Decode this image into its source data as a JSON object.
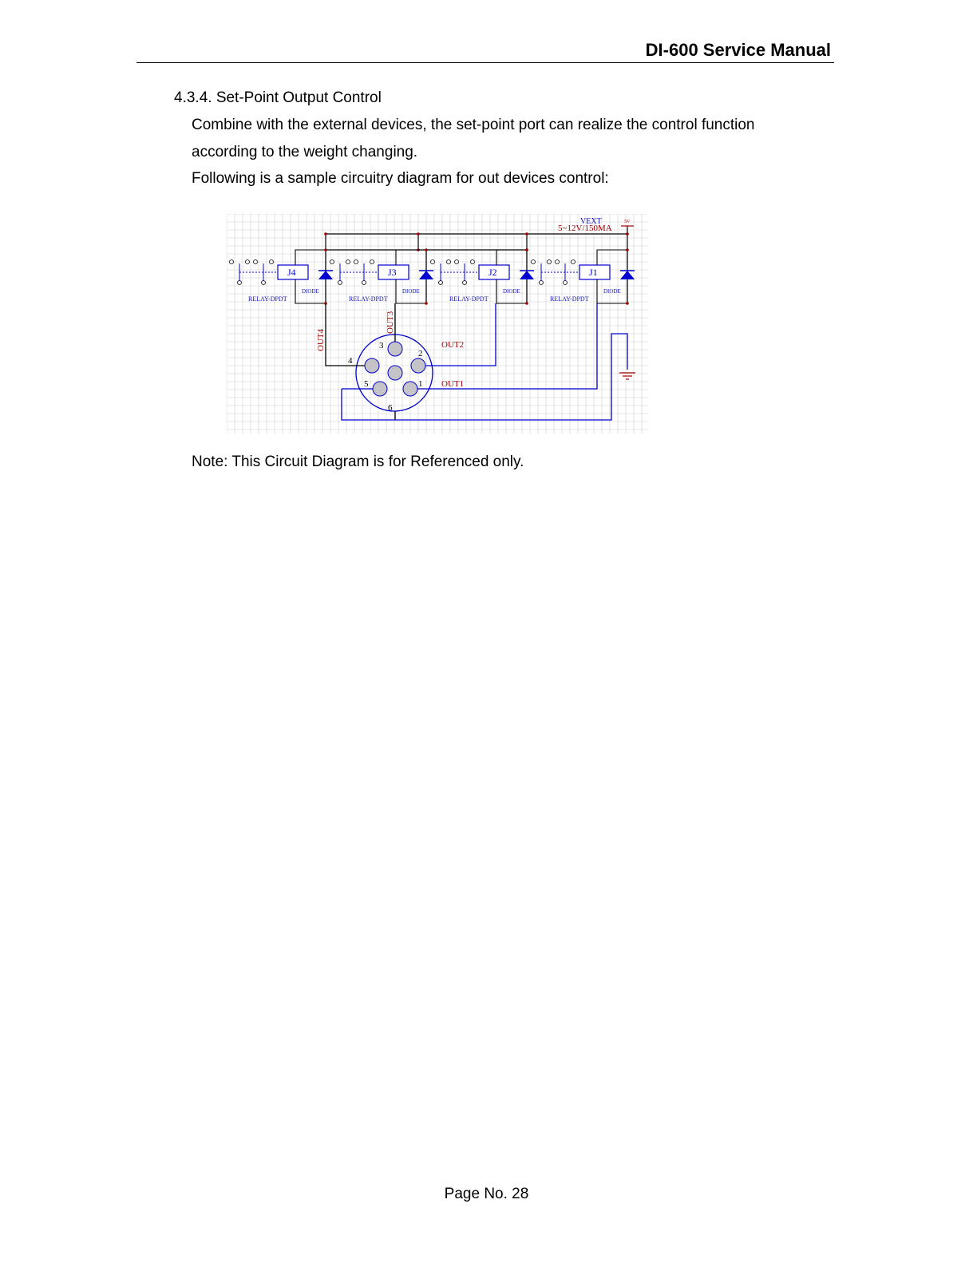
{
  "header": {
    "title": "DI-600 Service Manual"
  },
  "section": {
    "heading": "4.3.4. Set-Point Output Control",
    "para1": "Combine with the external devices, the set-point port can realize the control function",
    "para2": "according to the weight changing.",
    "para3": "Following is a sample circuitry diagram for out devices control:"
  },
  "diagram": {
    "vext_label": "VEXT",
    "supply_label": "5~12V/150MA",
    "supply_tag": "5V",
    "relays": [
      {
        "ref": "J4",
        "type": "RELAY-DPDT",
        "diode": "DIODE"
      },
      {
        "ref": "J3",
        "type": "RELAY-DPDT",
        "diode": "DIODE"
      },
      {
        "ref": "J2",
        "type": "RELAY-DPDT",
        "diode": "DIODE"
      },
      {
        "ref": "J1",
        "type": "RELAY-DPDT",
        "diode": "DIODE"
      }
    ],
    "outputs": {
      "out1": "OUT1",
      "out2": "OUT2",
      "out3": "OUT3",
      "out4": "OUT4"
    },
    "pins": {
      "p1": "1",
      "p2": "2",
      "p3": "3",
      "p4": "4",
      "p5": "5",
      "p6": "6"
    },
    "colors": {
      "wire": "#000000",
      "component": "#0000d0",
      "label": "#c00000",
      "grid": "#cfcfcf"
    }
  },
  "note": "Note: This Circuit Diagram is for Referenced only.",
  "footer": {
    "page": "Page No. 28"
  }
}
